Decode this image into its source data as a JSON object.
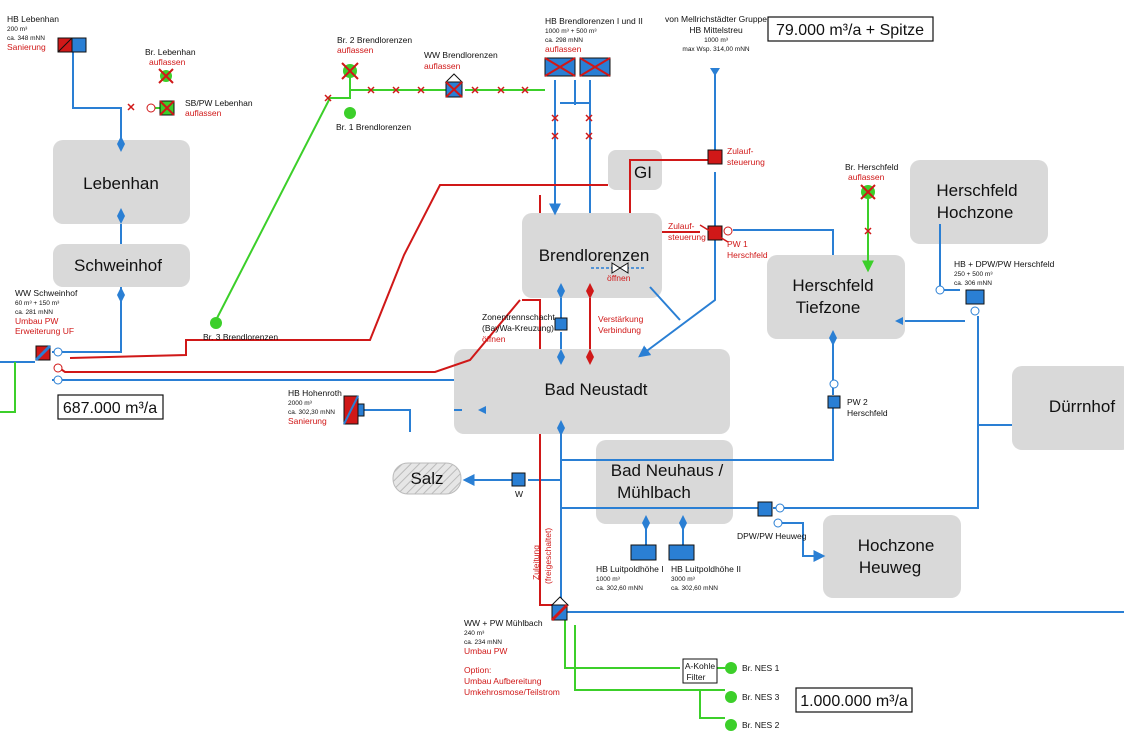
{
  "zones": {
    "lebenhan": "Lebenhan",
    "schweinhof": "Schweinhof",
    "brendlorenzen": "Brendlorenzen",
    "gi": "GI",
    "herschfeld_hochzone_1": "Herschfeld",
    "herschfeld_hochzone_2": "Hochzone",
    "herschfeld_tiefzone_1": "Herschfeld",
    "herschfeld_tiefzone_2": "Tiefzone",
    "bad_neustadt": "Bad Neustadt",
    "duerrnhof": "Dürrnhof",
    "salz": "Salz",
    "bad_neuhaus_1": "Bad Neuhaus /",
    "bad_neuhaus_2": "Mühlbach",
    "hochzone_heuweg_1": "Hochzone",
    "hochzone_heuweg_2": "Heuweg"
  },
  "volumes": {
    "top": "79.000 m³/a + Spitze",
    "left": "687.000 m³/a",
    "bottom": "1.000.000 m³/a"
  },
  "labels": {
    "hb_lebenhan": [
      "HB Lebenhan",
      "200 m³",
      "ca. 348 mNN"
    ],
    "hb_lebenhan_red": "Sanierung",
    "br_lebenhan": "Br. Lebenhan",
    "br_lebenhan_red": "auflassen",
    "sbpw_lebenhan": "SB/PW Lebenhan",
    "sbpw_lebenhan_red": "auflassen",
    "br2": "Br. 2 Brendlorenzen",
    "br2_red": "auflassen",
    "br1": "Br. 1 Brendlorenzen",
    "ww_brendlorenzen": "WW Brendlorenzen",
    "ww_brendlorenzen_red": "auflassen",
    "hb_brendlorenzen": [
      "HB Brendlorenzen I und II",
      "1000 m³ + 500 m³",
      "ca. 298 mNN"
    ],
    "hb_brendlorenzen_red": "auflassen",
    "mellrichstadt": [
      "von Mellrichstädter Gruppe",
      "HB Mittelstreu",
      "1000 m³",
      "max Wsp. 314,00 mNN"
    ],
    "zulaufsteuerung_1": [
      "Zulauf-",
      "steuerung"
    ],
    "zulaufsteuerung_2": [
      "Zulauf-",
      "steuerung"
    ],
    "pw1": [
      "PW 1",
      "Herschfeld"
    ],
    "br_herschfeld": "Br. Herschfeld",
    "br_herschfeld_red": "auflassen",
    "oeffnen": "öffnen",
    "hb_dpw": [
      "HB + DPW/PW Herschfeld",
      "250 + 500 m³",
      "ca. 306 mNN"
    ],
    "ww_schweinhof": [
      "WW Schweinhof",
      "60 m³ + 150 m³",
      "ca. 281 mNN"
    ],
    "ww_schweinhof_red": [
      "Umbau PW",
      "Erweiterung UF"
    ],
    "br3": "Br. 3 Brendlorenzen",
    "zonentrenn": [
      "Zonentrennschacht",
      "(BayWa-Kreuzung)"
    ],
    "zonentrenn_red": "öffnen",
    "verstaerkung": [
      "Verstärkung",
      "Verbindung"
    ],
    "pw2": [
      "PW 2",
      "Herschfeld"
    ],
    "hb_hohenroth": [
      "HB Hohenroth",
      "2000 m³",
      "ca. 302,30 mNN"
    ],
    "hb_hohenroth_red": "Sanierung",
    "w": "W",
    "hb_luitpold_1": [
      "HB Luitpoldhöhe I",
      "1000 m³",
      "ca. 302,60 mNN"
    ],
    "hb_luitpold_2": [
      "HB Luitpoldhöhe II",
      "3000 m³",
      "ca. 302,60 mNN"
    ],
    "dpw_heuweg": "DPW/PW Heuweg",
    "zuleitung": "Zuleitung",
    "freigeschaltet": "(freigeschaltet)",
    "ww_muehlbach": [
      "WW + PW Mühlbach",
      "240 m³",
      "ca. 234 mNN"
    ],
    "ww_muehlbach_red": [
      "Umbau PW",
      "Option:",
      "Umbau Aufbereitung",
      "Umkehrosmose/Teilstrom"
    ],
    "akohle": [
      "A-Kohle",
      "Filter"
    ],
    "nes1": "Br. NES 1",
    "nes3": "Br. NES 3",
    "nes2": "Br. NES 2"
  },
  "colors": {
    "zone": "#d9d9d9",
    "blue_line": "#2a7fd4",
    "red_line": "#d01818",
    "green_line": "#3ccf2a"
  }
}
